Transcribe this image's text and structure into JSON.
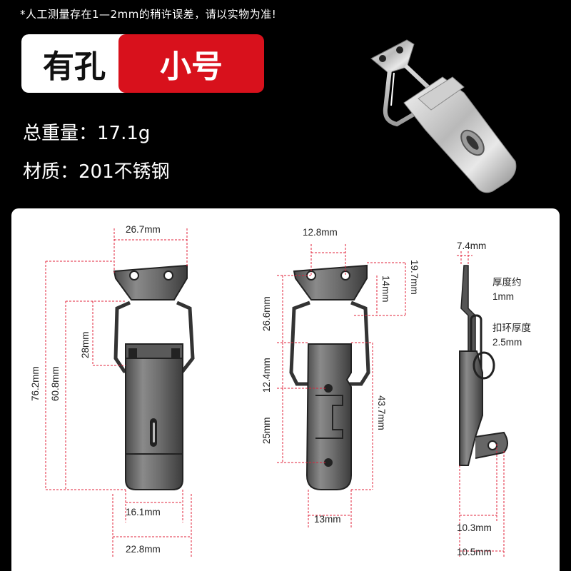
{
  "note": "*人工测量存在1—2mm的稍许误差，请以实物为准!",
  "tag": {
    "type": "有孔",
    "size": "小号"
  },
  "specs": {
    "weight": "总重量：17.1g",
    "material": "材质：201不锈钢"
  },
  "colors": {
    "accent_red": "#d8111c",
    "dimension_line": "#e0223a",
    "metal": "#6a6a6a"
  },
  "dimensions": {
    "front": {
      "top_width": "26.7mm",
      "total_height": "76.2mm",
      "body_height": "60.8mm",
      "upper_height": "28mm",
      "body_width": "16.1mm",
      "overall_width": "22.8mm"
    },
    "plate": {
      "hole_spacing": "12.8mm",
      "side_height": "19.7mm",
      "short_height": "14mm",
      "upper_section": "26.6mm",
      "middle_section": "12.4mm",
      "lower_section": "25mm",
      "plate_length": "43.7mm",
      "bottom_width": "13mm"
    },
    "side": {
      "top_width": "7.4mm",
      "thickness_label": "厚度约",
      "thickness_value": "1mm",
      "ring_label": "扣环厚度",
      "ring_value": "2.5mm",
      "width_a": "10.3mm",
      "width_b": "10.5mm"
    }
  }
}
